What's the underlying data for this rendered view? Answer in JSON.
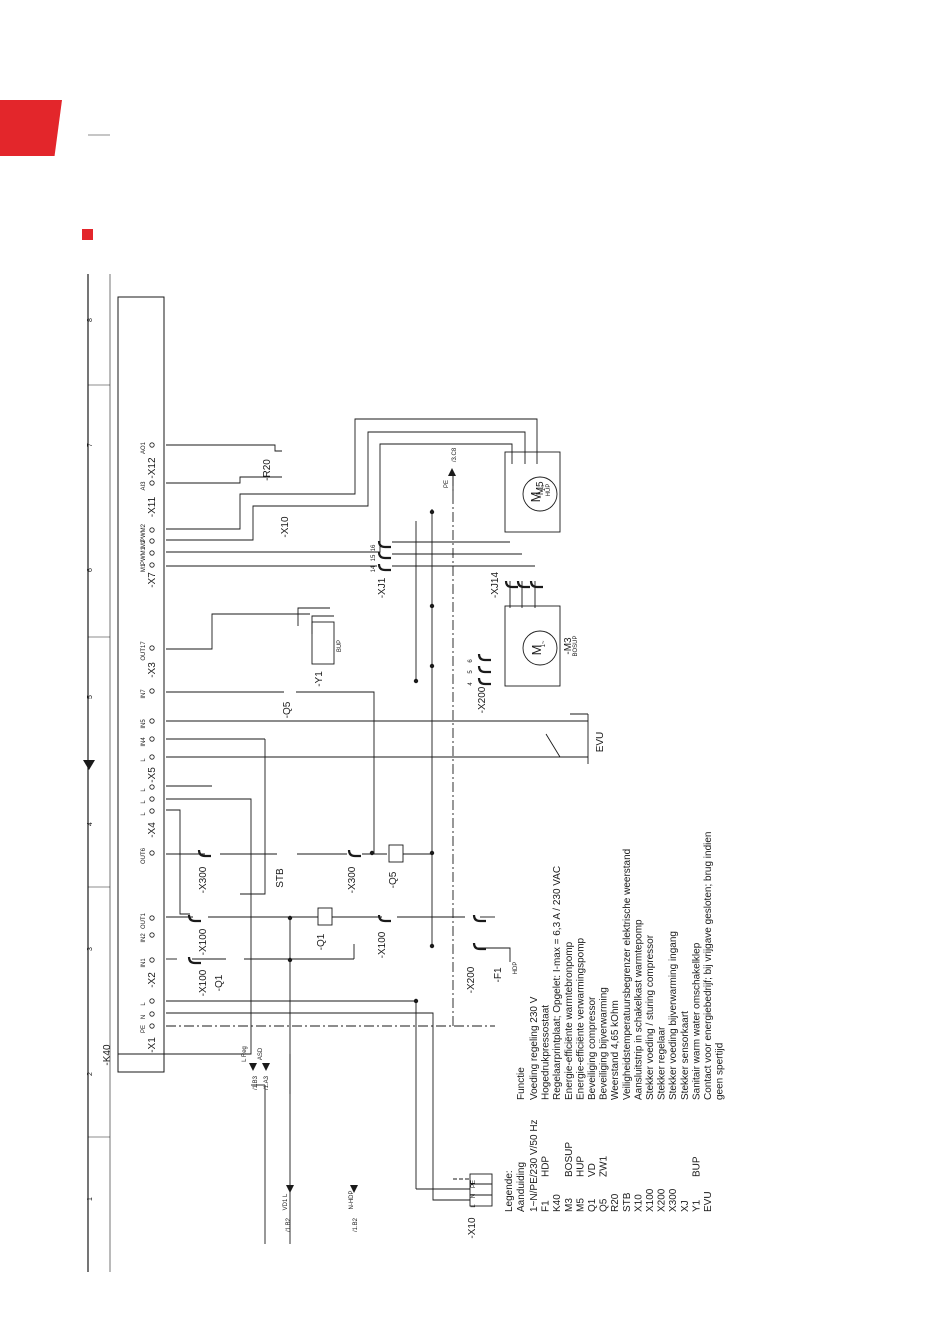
{
  "accent_color": "#e3262b",
  "grid": {
    "columns": [
      "8",
      "7",
      "6",
      "5",
      "4",
      "3",
      "2",
      "1"
    ]
  },
  "controller": {
    "name": "-K40",
    "connectors": [
      "-X12",
      "-X11",
      "-X7",
      "-X3",
      "-X5",
      "-X4",
      "-X2",
      "-X1"
    ],
    "pins": [
      "AO1",
      "AI3",
      "PWM2",
      "M2",
      "PWM1",
      "M1",
      "OUT17",
      "IN7",
      "IN5",
      "IN4",
      "L",
      "L",
      "L",
      "L",
      "OUT6",
      "OUT1",
      "IN2",
      "IN1",
      "L",
      "N",
      "PE"
    ]
  },
  "components": {
    "r20": "-R20",
    "x10": "-X10",
    "xj1": "-XJ1",
    "xj14": "-XJ14",
    "m5": "-M5",
    "m5_sub": "HUP",
    "m3": "-M3",
    "m3_sub": "BOSUP",
    "x200": "-X200",
    "y1": "-Y1",
    "y1_sub": "BUP",
    "q5": "-Q5",
    "evu": "EVU",
    "x300": "-X300",
    "stb": "STB",
    "q1": "-Q1",
    "x100": "-X100",
    "f1": "-F1",
    "f1_sub": "HDP",
    "x10_bottom": "-X10",
    "motor_symbol": "M",
    "motor_phase": "1~"
  },
  "terminals": {
    "x10_bottom": [
      "PE",
      "N",
      "L"
    ],
    "xj1": [
      "16",
      "15",
      "14"
    ],
    "x200_top": [
      "6",
      "5",
      "4"
    ]
  },
  "references": {
    "ref_pe": "/3.C8",
    "pe": "PE",
    "ref_1b3": "/1.B3",
    "ref_1a3": "/1.A3",
    "l_reg": "L Reg",
    "asd": "ASD",
    "ref_vd1": "/1.B2",
    "vd1_l": "VD1 L",
    "ref_nhdp": "/1.B2",
    "n_hdp": "N-HDP"
  },
  "legend": {
    "title": "Legende:",
    "header": [
      "Aanduiding",
      "",
      "Functie"
    ],
    "rows": [
      [
        "1~N/PE/230 V/50 Hz",
        "",
        "Voeding regeling 230 V"
      ],
      [
        "F1",
        "HDP",
        "Hogedrukpressostaat"
      ],
      [
        "K40",
        "",
        "Regelaarprintplaat; Opgelet: I-max = 6,3 A / 230 VAC"
      ],
      [
        "M3",
        "BOSUP",
        "Energie-efficiënte warmtebronpomp"
      ],
      [
        "M5",
        "HUP",
        "Energie-efficiënte verwarmingspomp"
      ],
      [
        "Q1",
        "VD",
        "Beveiliging compressor"
      ],
      [
        "Q5",
        "ZW1",
        "Beveiliging bijverwarming"
      ],
      [
        "R20",
        "",
        "Weerstand 4,65 kOhm"
      ],
      [
        "STB",
        "",
        "Veiligheidstemperatuursbegrenzer elektrische weerstand"
      ],
      [
        "X10",
        "",
        "Aansluitstrip in schakelkast warmtepomp"
      ],
      [
        "X100",
        "",
        "Stekker voeding / sturing compressor"
      ],
      [
        "X200",
        "",
        "Stekker regelaar"
      ],
      [
        "X300",
        "",
        "Stekker voeding bijverwarming ingang"
      ],
      [
        "XJ",
        "",
        "Stekker sensorkaart"
      ],
      [
        "Y1",
        "BUP",
        "Sanitair warm water omschakelklep"
      ],
      [
        "EVU",
        "",
        "Contact voor energiebedrijf; bij vrijgave gesloten; brug indien"
      ],
      [
        "",
        "",
        "geen spertijd"
      ]
    ]
  }
}
